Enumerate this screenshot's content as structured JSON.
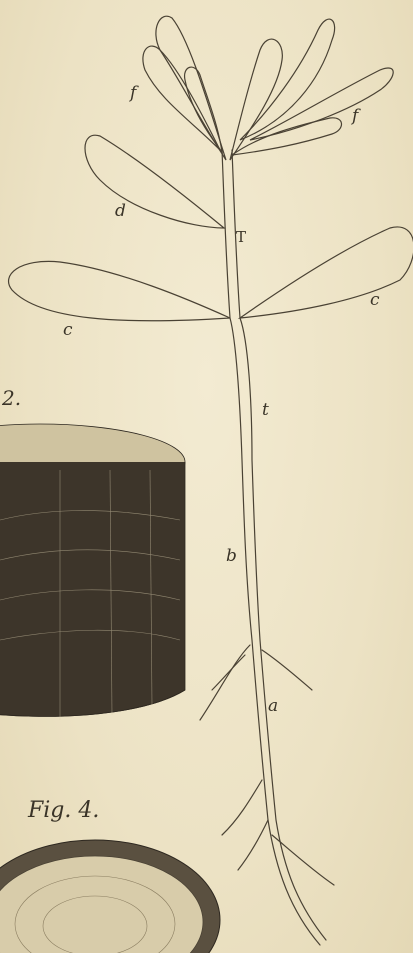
{
  "labels": {
    "f_left": "f",
    "f_right": "f",
    "d": "d",
    "T": "T",
    "c_left": "c",
    "c_right": "c",
    "t": "t",
    "b": "b",
    "a": "a",
    "fig2_number": "2.",
    "fig4_caption": "Fig. 4."
  },
  "colors": {
    "paper": "#efe6cb",
    "ink": "#3a3428"
  }
}
